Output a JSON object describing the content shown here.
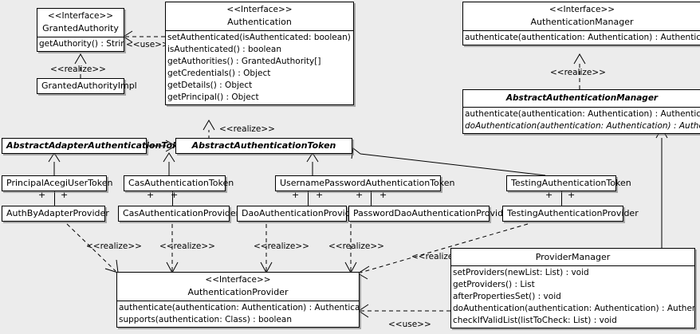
{
  "diagram": {
    "type": "uml-class-diagram",
    "background_color": "#ececec",
    "box_fill": "#ffffff",
    "line_color": "#000000"
  },
  "stereotypes": {
    "interface": "<<Interface>>",
    "realize": "<<realize>>",
    "use": "<<use>>"
  },
  "classes": {
    "granted_authority": {
      "stereotype": "<<Interface>>",
      "name": "GrantedAuthority",
      "operations": [
        "getAuthority() : String"
      ]
    },
    "granted_authority_impl": {
      "name": "GrantedAuthorityImpl",
      "operations": []
    },
    "authentication": {
      "stereotype": "<<Interface>>",
      "name": "Authentication",
      "operations": [
        "setAuthenticated(isAuthenticated: boolean) : void",
        "isAuthenticated() : boolean",
        "getAuthorities() : GrantedAuthority[]",
        "getCredentials() : Object",
        "getDetails() : Object",
        "getPrincipal() : Object"
      ]
    },
    "authentication_manager": {
      "stereotype": "<<Interface>>",
      "name": "AuthenticationManager",
      "operations": [
        "authenticate(authentication: Authentication) : Authentication"
      ]
    },
    "abstract_authentication_manager": {
      "name": "AbstractAuthenticationManager",
      "abstract": true,
      "operations": [
        "authenticate(authentication: Authentication) : Authentication",
        "doAuthentication(authentication: Authentication) : Authentication"
      ],
      "abstract_operations": [
        false,
        true
      ]
    },
    "abstract_adapter_authentication_token": {
      "name": "AbstractAdapterAuthenticationToken",
      "abstract": true,
      "operations": []
    },
    "abstract_authentication_token": {
      "name": "AbstractAuthenticationToken",
      "abstract": true,
      "operations": []
    },
    "principal_acegi_user_token": {
      "name": "PrincipalAcegiUserToken",
      "operations": []
    },
    "cas_authentication_token": {
      "name": "CasAuthenticationToken",
      "operations": []
    },
    "username_password_authentication_token": {
      "name": "UsernamePasswordAuthenticationToken",
      "operations": []
    },
    "testing_authentication_token": {
      "name": "TestingAuthenticationToken",
      "operations": []
    },
    "auth_by_adapter_provider": {
      "name": "AuthByAdapterProvider",
      "operations": []
    },
    "cas_authentication_provider": {
      "name": "CasAuthenticationProvider",
      "operations": []
    },
    "dao_authentication_provider": {
      "name": "DaoAuthenticationProvider",
      "operations": []
    },
    "password_dao_authentication_provider": {
      "name": "PasswordDaoAuthenticationProvider",
      "operations": []
    },
    "testing_authentication_provider": {
      "name": "TestingAuthenticationProvider",
      "operations": []
    },
    "authentication_provider": {
      "stereotype": "<<Interface>>",
      "name": "AuthenticationProvider",
      "operations": [
        "authenticate(authentication: Authentication) : Authentication",
        "supports(authentication: Class) : boolean"
      ]
    },
    "provider_manager": {
      "name": "ProviderManager",
      "operations": [
        "setProviders(newList: List) : void",
        "getProviders() : List",
        "afterPropertiesSet() : void",
        "doAuthentication(authentication: Authentication) : Authentication",
        "checkIfValidList(listToCheck: List) : void"
      ]
    }
  },
  "relationships": [
    {
      "id": "rel-authentication-uses-grantedauthority",
      "kind": "dependency",
      "label": "<<use>>",
      "from": "authentication",
      "to": "granted_authority"
    },
    {
      "id": "rel-grantedauthorityimpl-realizes-grantedauthority",
      "kind": "realization",
      "label": "<<realize>>",
      "from": "granted_authority_impl",
      "to": "granted_authority"
    },
    {
      "id": "rel-abstractauthenticationtoken-realizes-authentication",
      "kind": "realization",
      "label": "<<realize>>",
      "from": "abstract_authentication_token",
      "to": "authentication"
    },
    {
      "id": "rel-abstractauthenticationmanager-realizes-authenticationmanager",
      "kind": "realization",
      "label": "<<realize>>",
      "from": "abstract_authentication_manager",
      "to": "authentication_manager"
    },
    {
      "id": "rel-abstractadaptertoken-generalizes-abstractauthenticationtoken",
      "kind": "generalization",
      "label": "",
      "from": "abstract_adapter_authentication_token",
      "to": "abstract_authentication_token"
    },
    {
      "id": "rel-principalacegiusertoken-generalizes-abstractadaptertoken",
      "kind": "generalization",
      "label": "",
      "from": "principal_acegi_user_token",
      "to": "abstract_adapter_authentication_token"
    },
    {
      "id": "rel-castoken-generalizes-abstractauthenticationtoken",
      "kind": "generalization",
      "label": "",
      "from": "cas_authentication_token",
      "to": "abstract_authentication_token"
    },
    {
      "id": "rel-usernamepasswordtoken-generalizes-abstractauthenticationtoken",
      "kind": "generalization",
      "label": "",
      "from": "username_password_authentication_token",
      "to": "abstract_authentication_token"
    },
    {
      "id": "rel-testingtoken-generalizes-abstractauthenticationtoken",
      "kind": "generalization",
      "label": "",
      "from": "testing_authentication_token",
      "to": "abstract_authentication_token"
    },
    {
      "id": "rel-providermanager-generalizes-abstractauthenticationmanager",
      "kind": "generalization",
      "label": "",
      "from": "provider_manager",
      "to": "abstract_authentication_manager"
    },
    {
      "id": "rel-authbyadapterprovider-realizes-authenticationprovider",
      "kind": "realization",
      "label": "<<realize>>",
      "from": "auth_by_adapter_provider",
      "to": "authentication_provider"
    },
    {
      "id": "rel-casprovider-realizes-authenticationprovider",
      "kind": "realization",
      "label": "<<realize>>",
      "from": "cas_authentication_provider",
      "to": "authentication_provider"
    },
    {
      "id": "rel-daoprovider-realizes-authenticationprovider",
      "kind": "realization",
      "label": "<<realize>>",
      "from": "dao_authentication_provider",
      "to": "authentication_provider"
    },
    {
      "id": "rel-passworddaoprovider-realizes-authenticationprovider",
      "kind": "realization",
      "label": "<<realize>>",
      "from": "password_dao_authentication_provider",
      "to": "authentication_provider"
    },
    {
      "id": "rel-testingprovider-realizes-authenticationprovider",
      "kind": "realization",
      "label": "<<realize>>",
      "from": "testing_authentication_provider",
      "to": "authentication_provider"
    },
    {
      "id": "rel-providermanager-uses-authenticationprovider",
      "kind": "dependency",
      "label": "<<use>>",
      "from": "provider_manager",
      "to": "authentication_provider"
    }
  ],
  "multiplicities": {
    "plus": "+"
  }
}
